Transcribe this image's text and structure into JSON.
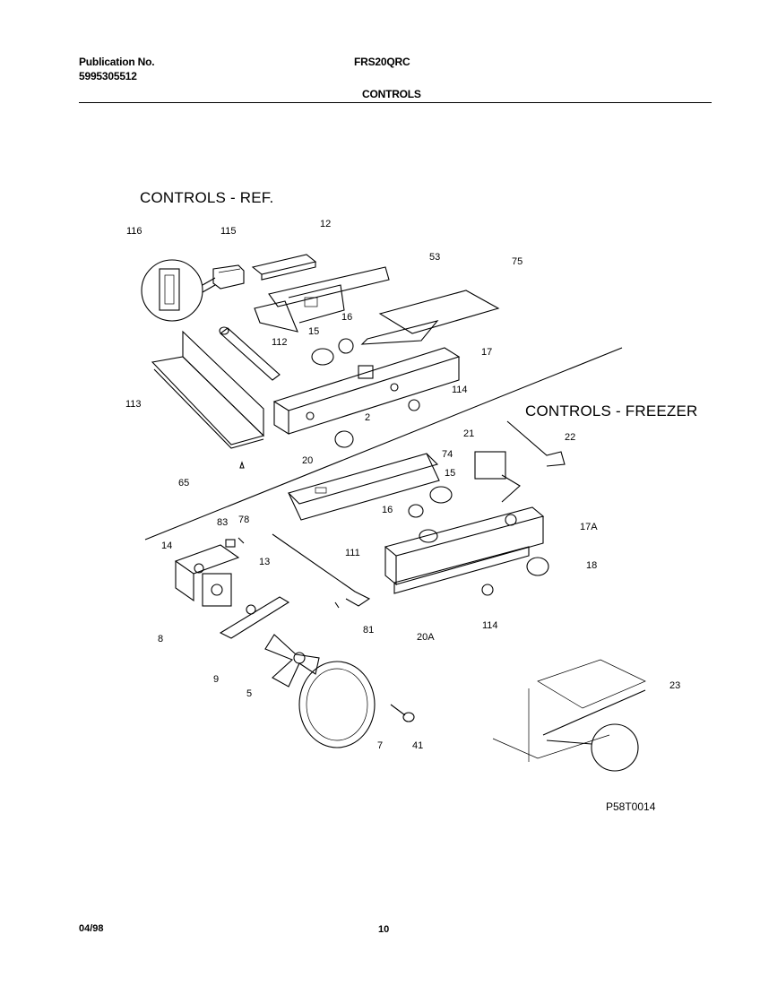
{
  "header": {
    "publication_label": "Publication No.",
    "publication_number": "5995305512",
    "model": "FRS20QRC",
    "section": "CONTROLS"
  },
  "diagram": {
    "title_ref": "CONTROLS - REF.",
    "title_freezer": "CONTROLS - FREEZER",
    "drawing_code": "P58T0014",
    "part_labels": {
      "p116": "116",
      "p115": "115",
      "p12": "12",
      "p53": "53",
      "p75": "75",
      "p16a": "16",
      "p15a": "15",
      "p112": "112",
      "p17": "17",
      "p113": "113",
      "p114a": "114",
      "p2": "2",
      "p20": "20",
      "p65": "65",
      "p74": "74",
      "p21": "21",
      "p22": "22",
      "p15b": "15",
      "p16b": "16",
      "p17A": "17A",
      "p83": "83",
      "p78": "78",
      "p14": "14",
      "p13": "13",
      "p111": "111",
      "p18": "18",
      "p8": "8",
      "p81": "81",
      "p20A": "20A",
      "p114b": "114",
      "p9": "9",
      "p5": "5",
      "p23": "23",
      "p41": "41",
      "p7": "7"
    }
  },
  "footer": {
    "date": "04/98",
    "page": "10"
  }
}
